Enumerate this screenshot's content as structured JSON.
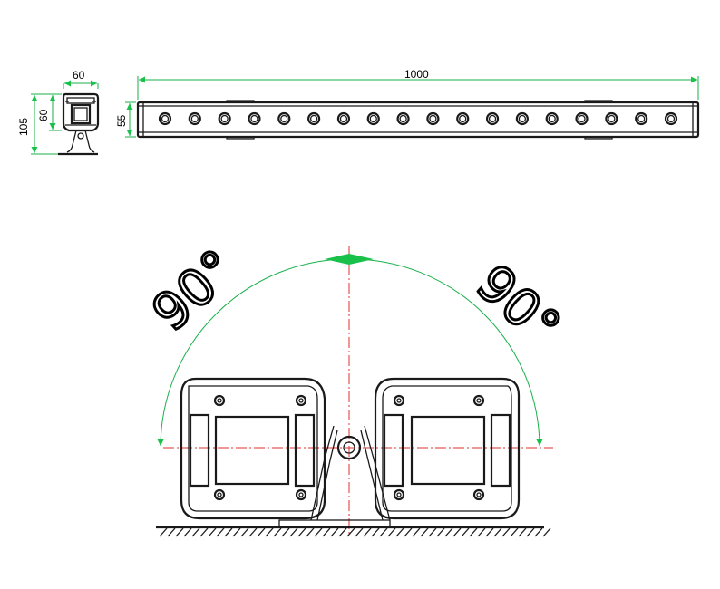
{
  "dimensions": {
    "side_width": "60",
    "side_total_height": "105",
    "side_body_height": "60",
    "bar_length": "1000",
    "bar_height": "55"
  },
  "angles": {
    "left": "90°",
    "right": "90°"
  },
  "bar": {
    "led_count": 18
  },
  "colors": {
    "dimension": "#19b04a",
    "centerline": "#e03030",
    "outline": "#1a1a1a"
  }
}
